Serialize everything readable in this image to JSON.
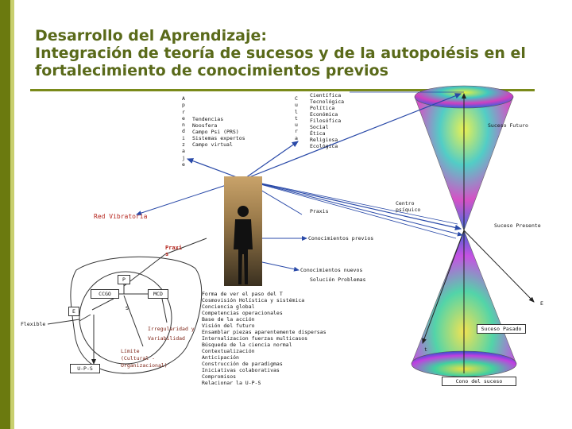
{
  "title_lines": [
    "Desarrollo del Aprendizaje:",
    "Integración de teoría de sucesos y de la autopoiésis en el",
    "fortalecimiento de conocimientos previos"
  ],
  "aprendizaje_vertical": "A\np\nr\ne\nn\nd\ni\nz\na\nj\ne",
  "tendencias": "Tendencias\nNoosfera\nCampo Psi (PRS)\nSistemas expertos\nCampo virtual",
  "cultura_vertical": "C\nu\nl\nt\nu\nr\na",
  "cultura_list": "Científica\nTecnológica\nPolítica\nEconómica\nFilosófica\nSocial\nÉtica\nReligiosa\nEcológica",
  "suceso_futuro": "Suceso Futuro",
  "centro_psiquico": "Centro\npsíquico",
  "praxis": "Praxis",
  "red_vibratoria": "Red Vibratoria",
  "suceso_presente": "Suceso Presente",
  "conocimientos_previos": "Conocimientos previos",
  "praxis_red": "Praxi\ns",
  "conocimientos_nuevos": "Conocimientos nuevos",
  "solucion_problemas": "Solución Problemas",
  "p_label": "P",
  "ccgo": "CCGO",
  "mcd": "MCD",
  "s_label": "S",
  "e_label": "E",
  "flexible": "Flexible",
  "irregularidad": "Irregularidad y\nVariabilidad",
  "limite": "Límite\n(Cultural -\nOrganizacional)",
  "ups": "U-P-S",
  "center_list": "Forma de ver el paso del T\nCosmovisión Holística y sistémica\nConciencia global\nCompetencias operacionales\nBase de la acción\nVisión del futuro\nEnsamblar piezas aparentemente dispersas\nInternalizacion fuerzas multicasos\nBúsqueda de la ciencia normal\nContextualización\nAnticipación\nConstrucción de paradigmas\nIniciativas colaborativas\nCompromisos\nRelacionar la U-P-S",
  "suceso_pasado": "Suceso Pasado",
  "e_right": "E",
  "t_label": "t",
  "cono_del_suceso": "Cono del suceso",
  "colors": {
    "title": "#5a6a1a",
    "side_bar": "#6b7a0f",
    "arrow": "#2a4aa8",
    "red_vibratoria": "#b5261e"
  }
}
